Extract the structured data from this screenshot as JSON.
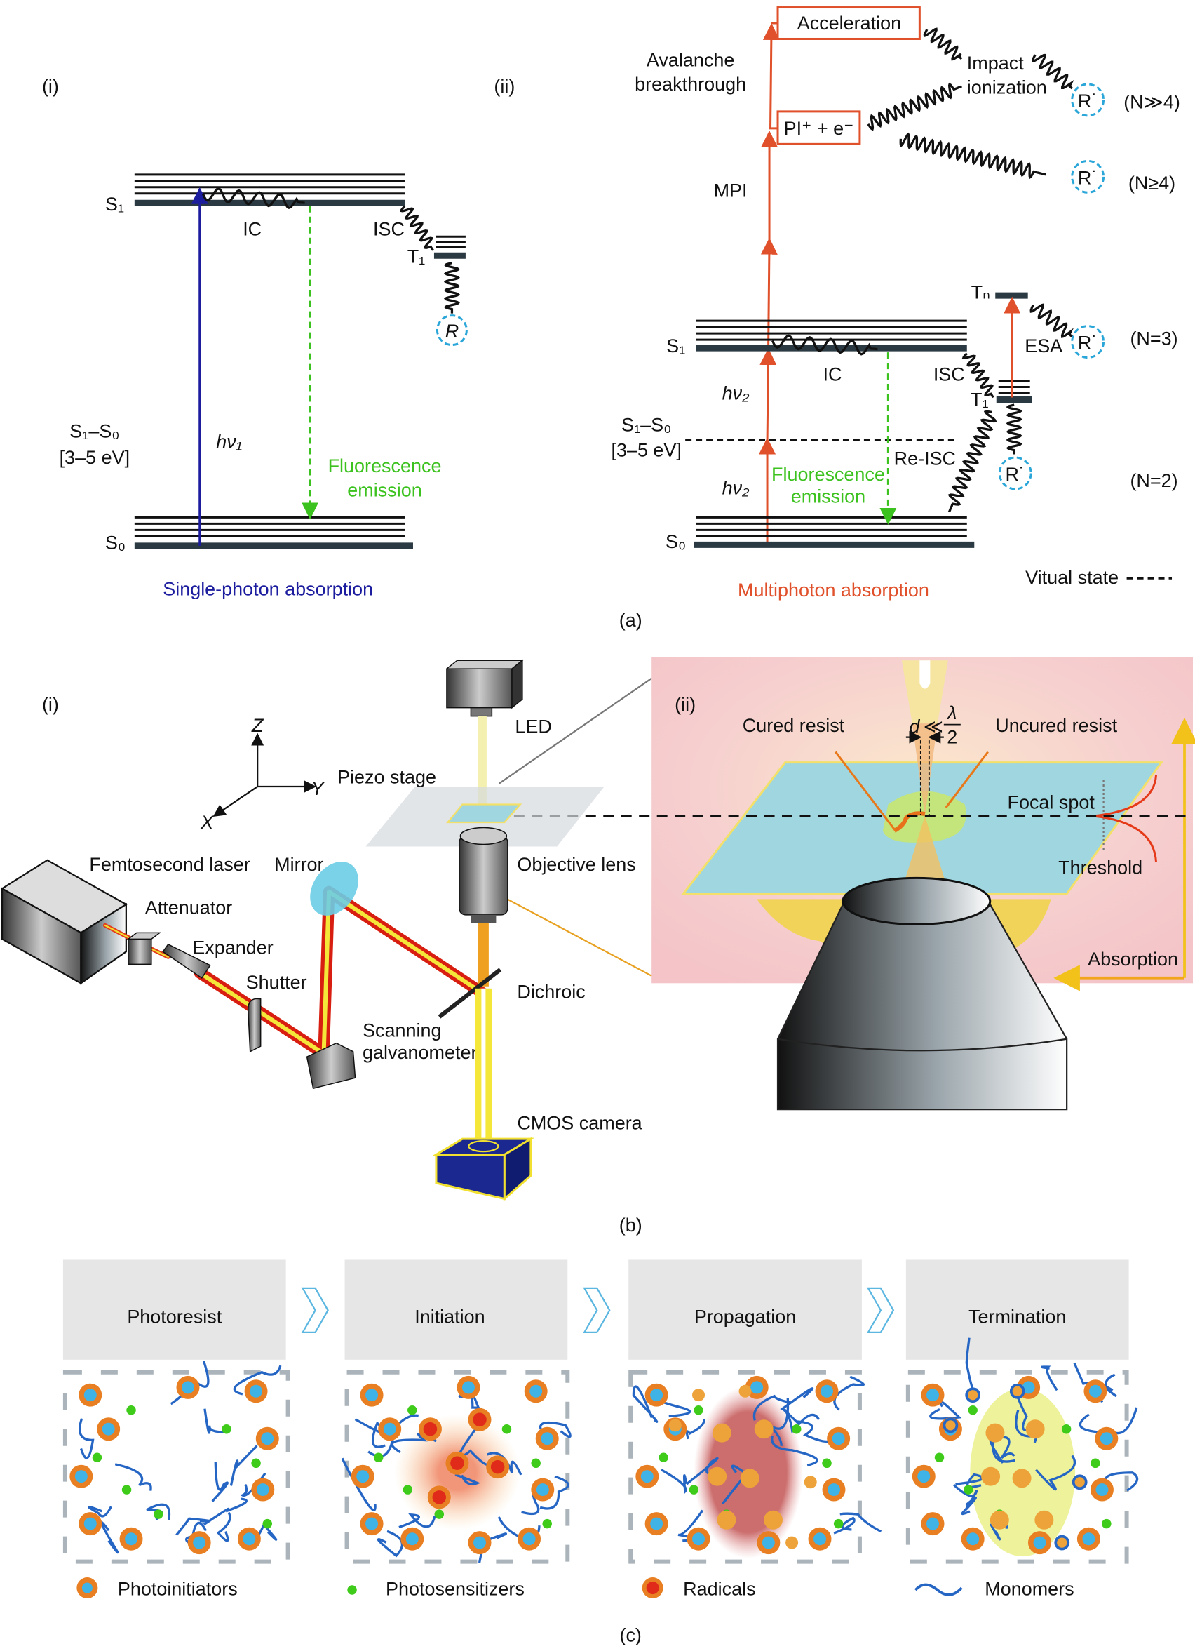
{
  "figure_labels": {
    "a": "(a)",
    "b": "(b)",
    "c": "(c)"
  },
  "panel_a": {
    "i": {
      "label": "(i)",
      "s1": "S₁",
      "s0": "S₀",
      "t1": "T₁",
      "ic": "IC",
      "isc": "ISC",
      "gap_line1": "S₁–S₀",
      "gap_line2": "[3–5 eV]",
      "photon": "hν₁",
      "fluor_line1": "Fluorescence",
      "fluor_line2": "emission",
      "radical": "R",
      "title": "Single-photon absorption"
    },
    "ii": {
      "label": "(ii)",
      "acceleration": "Acceleration",
      "avalanche_line1": "Avalanche",
      "avalanche_line2": "breakthrough",
      "pi_box": "PI⁺ + e⁻",
      "mpi": "MPI",
      "impact_line1": "Impact",
      "impact_line2": "ionization",
      "radical": "R˙",
      "n_much_gt_4": "(N≫4)",
      "n_ge_4": "(N≥4)",
      "n_eq_3": "(N=3)",
      "n_eq_2": "(N=2)",
      "s1": "S₁",
      "s0": "S₀",
      "t1": "T₁",
      "tn": "Tₙ",
      "ic": "IC",
      "isc": "ISC",
      "esa": "ESA",
      "re_isc": "Re-ISC",
      "photon": "hν₂",
      "gap_line1": "S₁–S₀",
      "gap_line2": "[3–5 eV]",
      "fluor_line1": "Fluorescence",
      "fluor_line2": "emission",
      "virtual_state": "Vitual state",
      "title": "Multiphoton absorption"
    }
  },
  "panel_b": {
    "i": {
      "label": "(i)",
      "axis_z": "Z",
      "axis_y": "Y",
      "axis_x": "X",
      "led": "LED",
      "piezo_stage": "Piezo stage",
      "objective_lens": "Objective lens",
      "femtosecond_laser": "Femtosecond laser",
      "mirror": "Mirror",
      "attenuator": "Attenuator",
      "expander": "Expander",
      "shutter": "Shutter",
      "dichroic": "Dichroic",
      "galvo_line1": "Scanning",
      "galvo_line2": "galvanometer",
      "cmos_camera": "CMOS camera"
    },
    "ii": {
      "label": "(ii)",
      "cured_resist": "Cured resist",
      "uncured_resist": "Uncured resist",
      "d": "d",
      "much_less": "≪",
      "lambda": "λ",
      "two": "2",
      "focal_spot": "Focal spot",
      "threshold": "Threshold",
      "absorption": "Absorption"
    }
  },
  "panel_c": {
    "steps": [
      "Photoresist",
      "Initiation",
      "Propagation",
      "Termination"
    ],
    "legend": [
      "Photoinitiators",
      "Photosensitizers",
      "Radicals",
      "Monomers"
    ]
  },
  "colors": {
    "single_photon": "#1c1c9e",
    "multiphoton": "#e0502a",
    "fluorescence": "#3cc21e",
    "radical_ring": "#2aa6d8",
    "photoinitiator": "#e87f22",
    "photoinitiator_core": "#3fb2e6",
    "photosensitizer": "#3ecb1a",
    "radical_core": "#e02a1a",
    "monomer": "#2565c4",
    "header_box": "#e6e6e6"
  }
}
